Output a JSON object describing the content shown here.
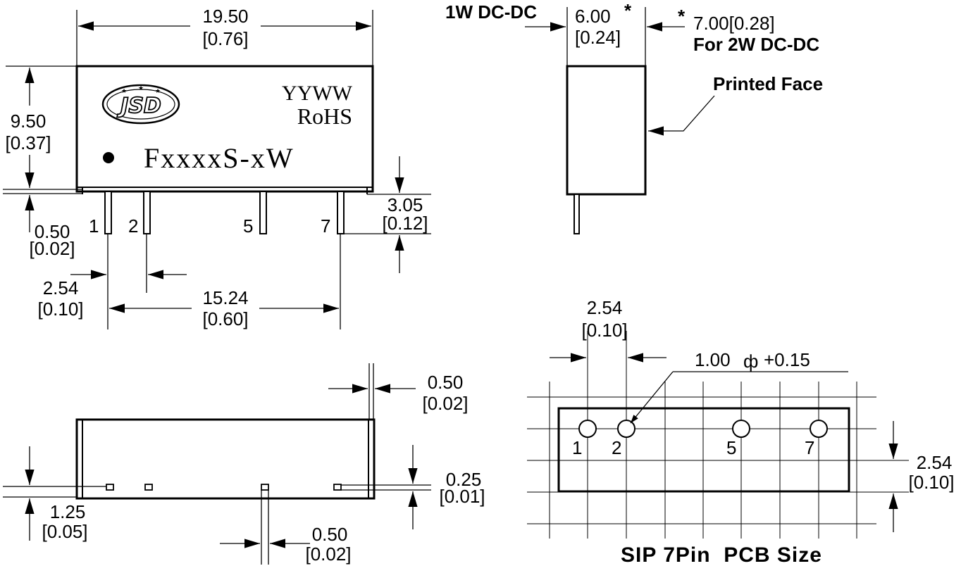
{
  "front_view": {
    "width_mm": "19.50",
    "width_in": "[0.76]",
    "height_mm": "9.50",
    "height_in": "[0.37]",
    "standoff_mm": "0.50",
    "standoff_in": "[0.02]",
    "pin_length_mm": "3.05",
    "pin_length_in": "[0.12]",
    "pitch_mm": "2.54",
    "pitch_in": "[0.10]",
    "span_mm": "15.24",
    "span_in": "[0.60]",
    "logo_text": "JSD",
    "marking_line1": "YYWW",
    "marking_line2": "RoHS",
    "part_number": "FxxxxS-xW",
    "pins": [
      "1",
      "2",
      "5",
      "7"
    ]
  },
  "side_view": {
    "label_1w": "1W DC-DC",
    "depth_1w_mm": "6.00",
    "depth_1w_in": "[0.24]",
    "asterisk": "*",
    "depth_2w": "7.00[0.28]",
    "label_2w": "For 2W DC-DC",
    "printed_face": "Printed Face"
  },
  "bottom_view": {
    "pin_width_mm": "0.50",
    "pin_width_in": "[0.02]",
    "pin_offset_mm": "1.25",
    "pin_offset_in": "[0.05]",
    "pin_thickness_mm": "0.25",
    "pin_thickness_in": "[0.01]",
    "pin_gap_mm": "0.50",
    "pin_gap_in": "[0.02]"
  },
  "pcb_layout": {
    "pitch_mm": "2.54",
    "pitch_in": "[0.10]",
    "hole_dia_prefix": "1.00",
    "hole_dia_phi": "ф",
    "hole_dia_tol": "+0.15",
    "row_pitch_mm": "2.54",
    "row_pitch_in": "[0.10]",
    "pins": [
      "1",
      "2",
      "5",
      "7"
    ],
    "title": "SIP 7Pin  PCB Size"
  }
}
